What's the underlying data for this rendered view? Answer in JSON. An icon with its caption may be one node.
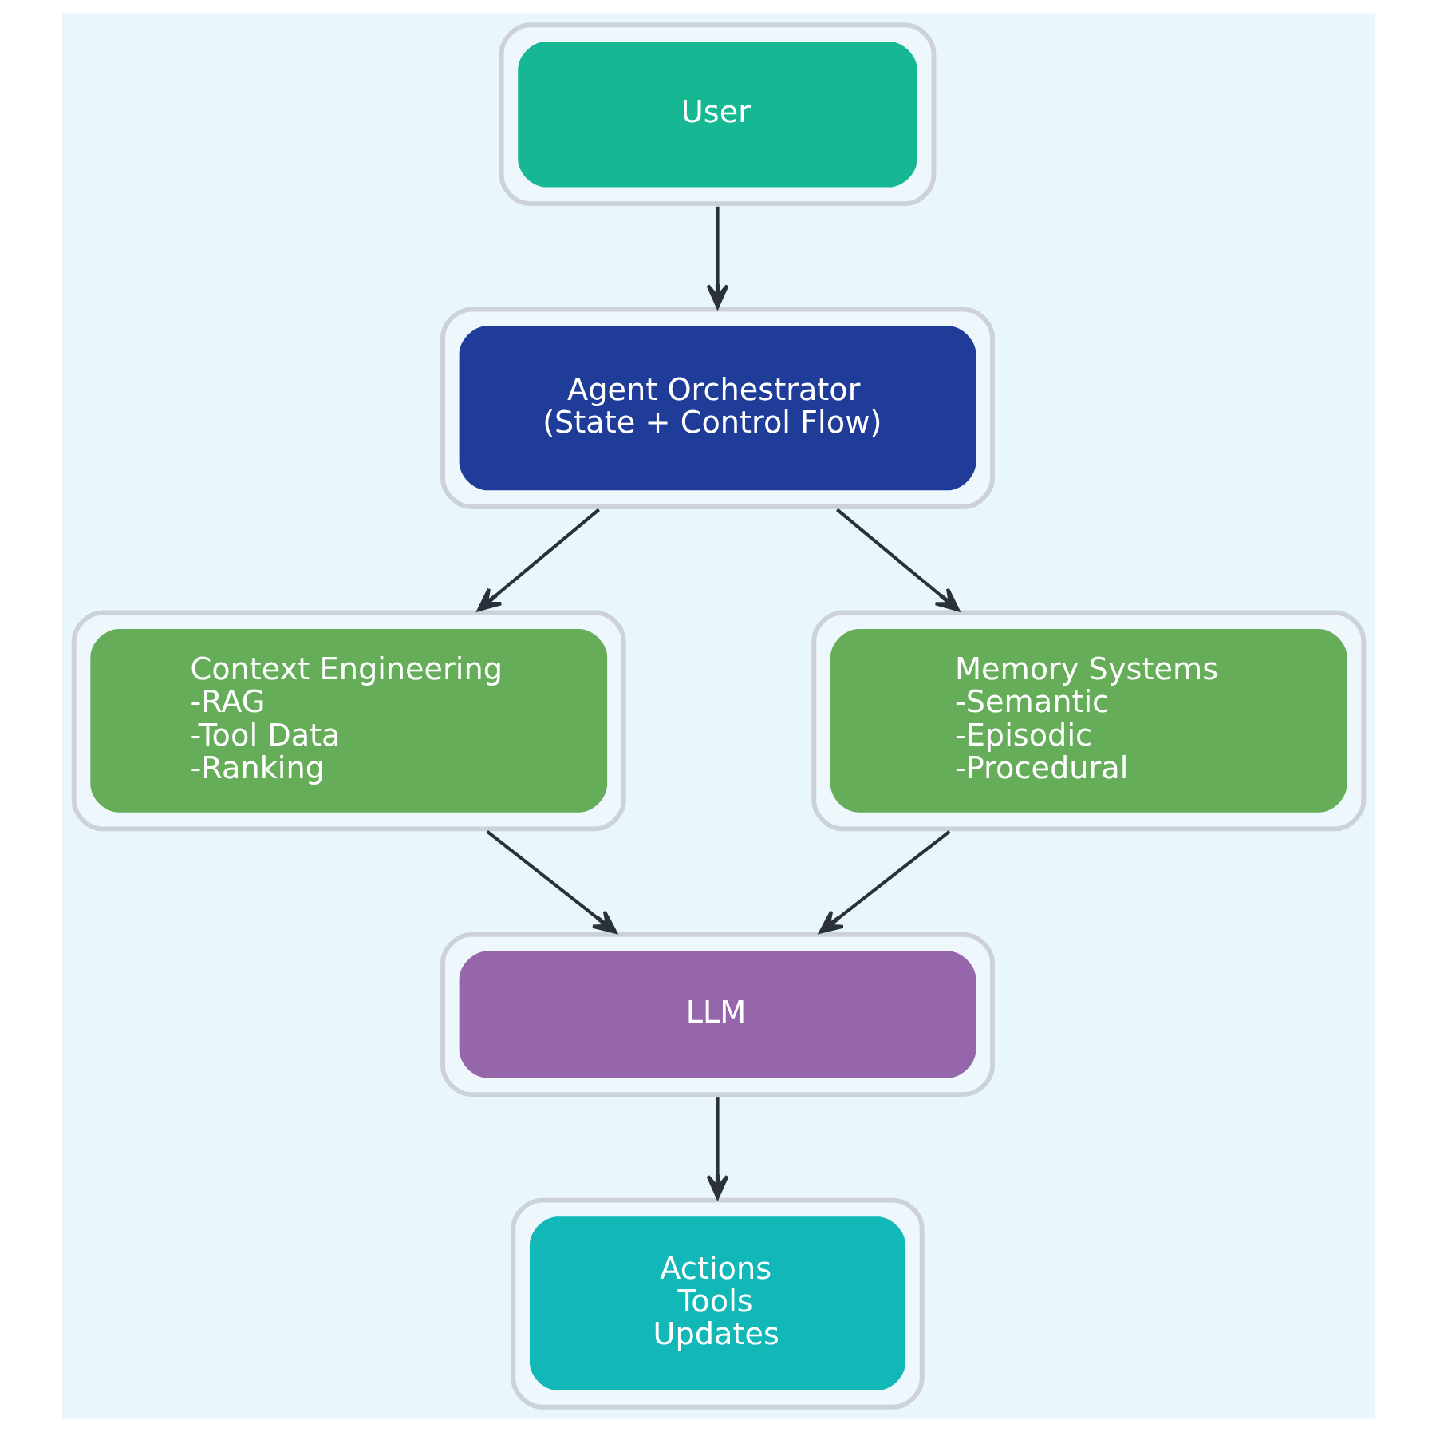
{
  "diagram": {
    "nodes": [
      {
        "text": [
          "User"
        ]
      },
      {
        "text": [
          "Agent Orchestrator",
          "(State + Control Flow)"
        ]
      },
      {
        "text": [
          "Context Engineering",
          "-RAG",
          "-Tool Data",
          "-Ranking"
        ]
      },
      {
        "text": [
          "Memory Systems",
          "-Semantic",
          "-Episodic",
          "-Procedural"
        ]
      },
      {
        "text": [
          "LLM"
        ]
      },
      {
        "text": [
          "Actions",
          "Tools",
          "Updates"
        ]
      }
    ],
    "edges": [
      {
        "from": 0,
        "to": 1,
        "arrow": "to"
      },
      {
        "from": 1,
        "to": 2,
        "arrow": "to"
      },
      {
        "from": 1,
        "to": 3,
        "arrow": "to"
      },
      {
        "from": 2,
        "to": 4,
        "arrow": "to"
      },
      {
        "from": 3,
        "to": 4,
        "arrow": "to"
      },
      {
        "from": 4,
        "to": 5,
        "arrow": "to"
      }
    ]
  }
}
